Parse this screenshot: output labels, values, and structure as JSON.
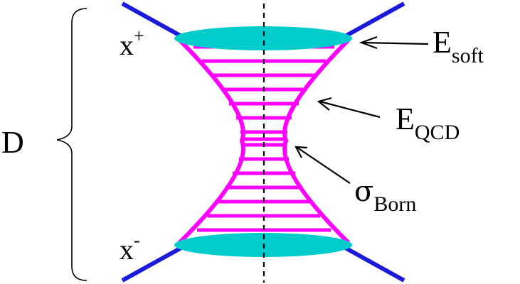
{
  "labels": {
    "d_label": "D",
    "x_plus": "x",
    "x_plus_sup": "+",
    "x_minus": "x",
    "x_minus_sup": "-",
    "e_soft_main": "E",
    "e_soft_sub": "soft",
    "e_qcd_main": "E",
    "e_qcd_sub": "QCD",
    "sigma_born_main": "σ",
    "sigma_born_sub": "Born"
  },
  "colors": {
    "quark_lines": "#1a1adb",
    "blobs": "#00cccc",
    "ladder": "#ff00ff",
    "cut_line": "#000000",
    "arrows": "#000000",
    "brace": "#000000"
  }
}
